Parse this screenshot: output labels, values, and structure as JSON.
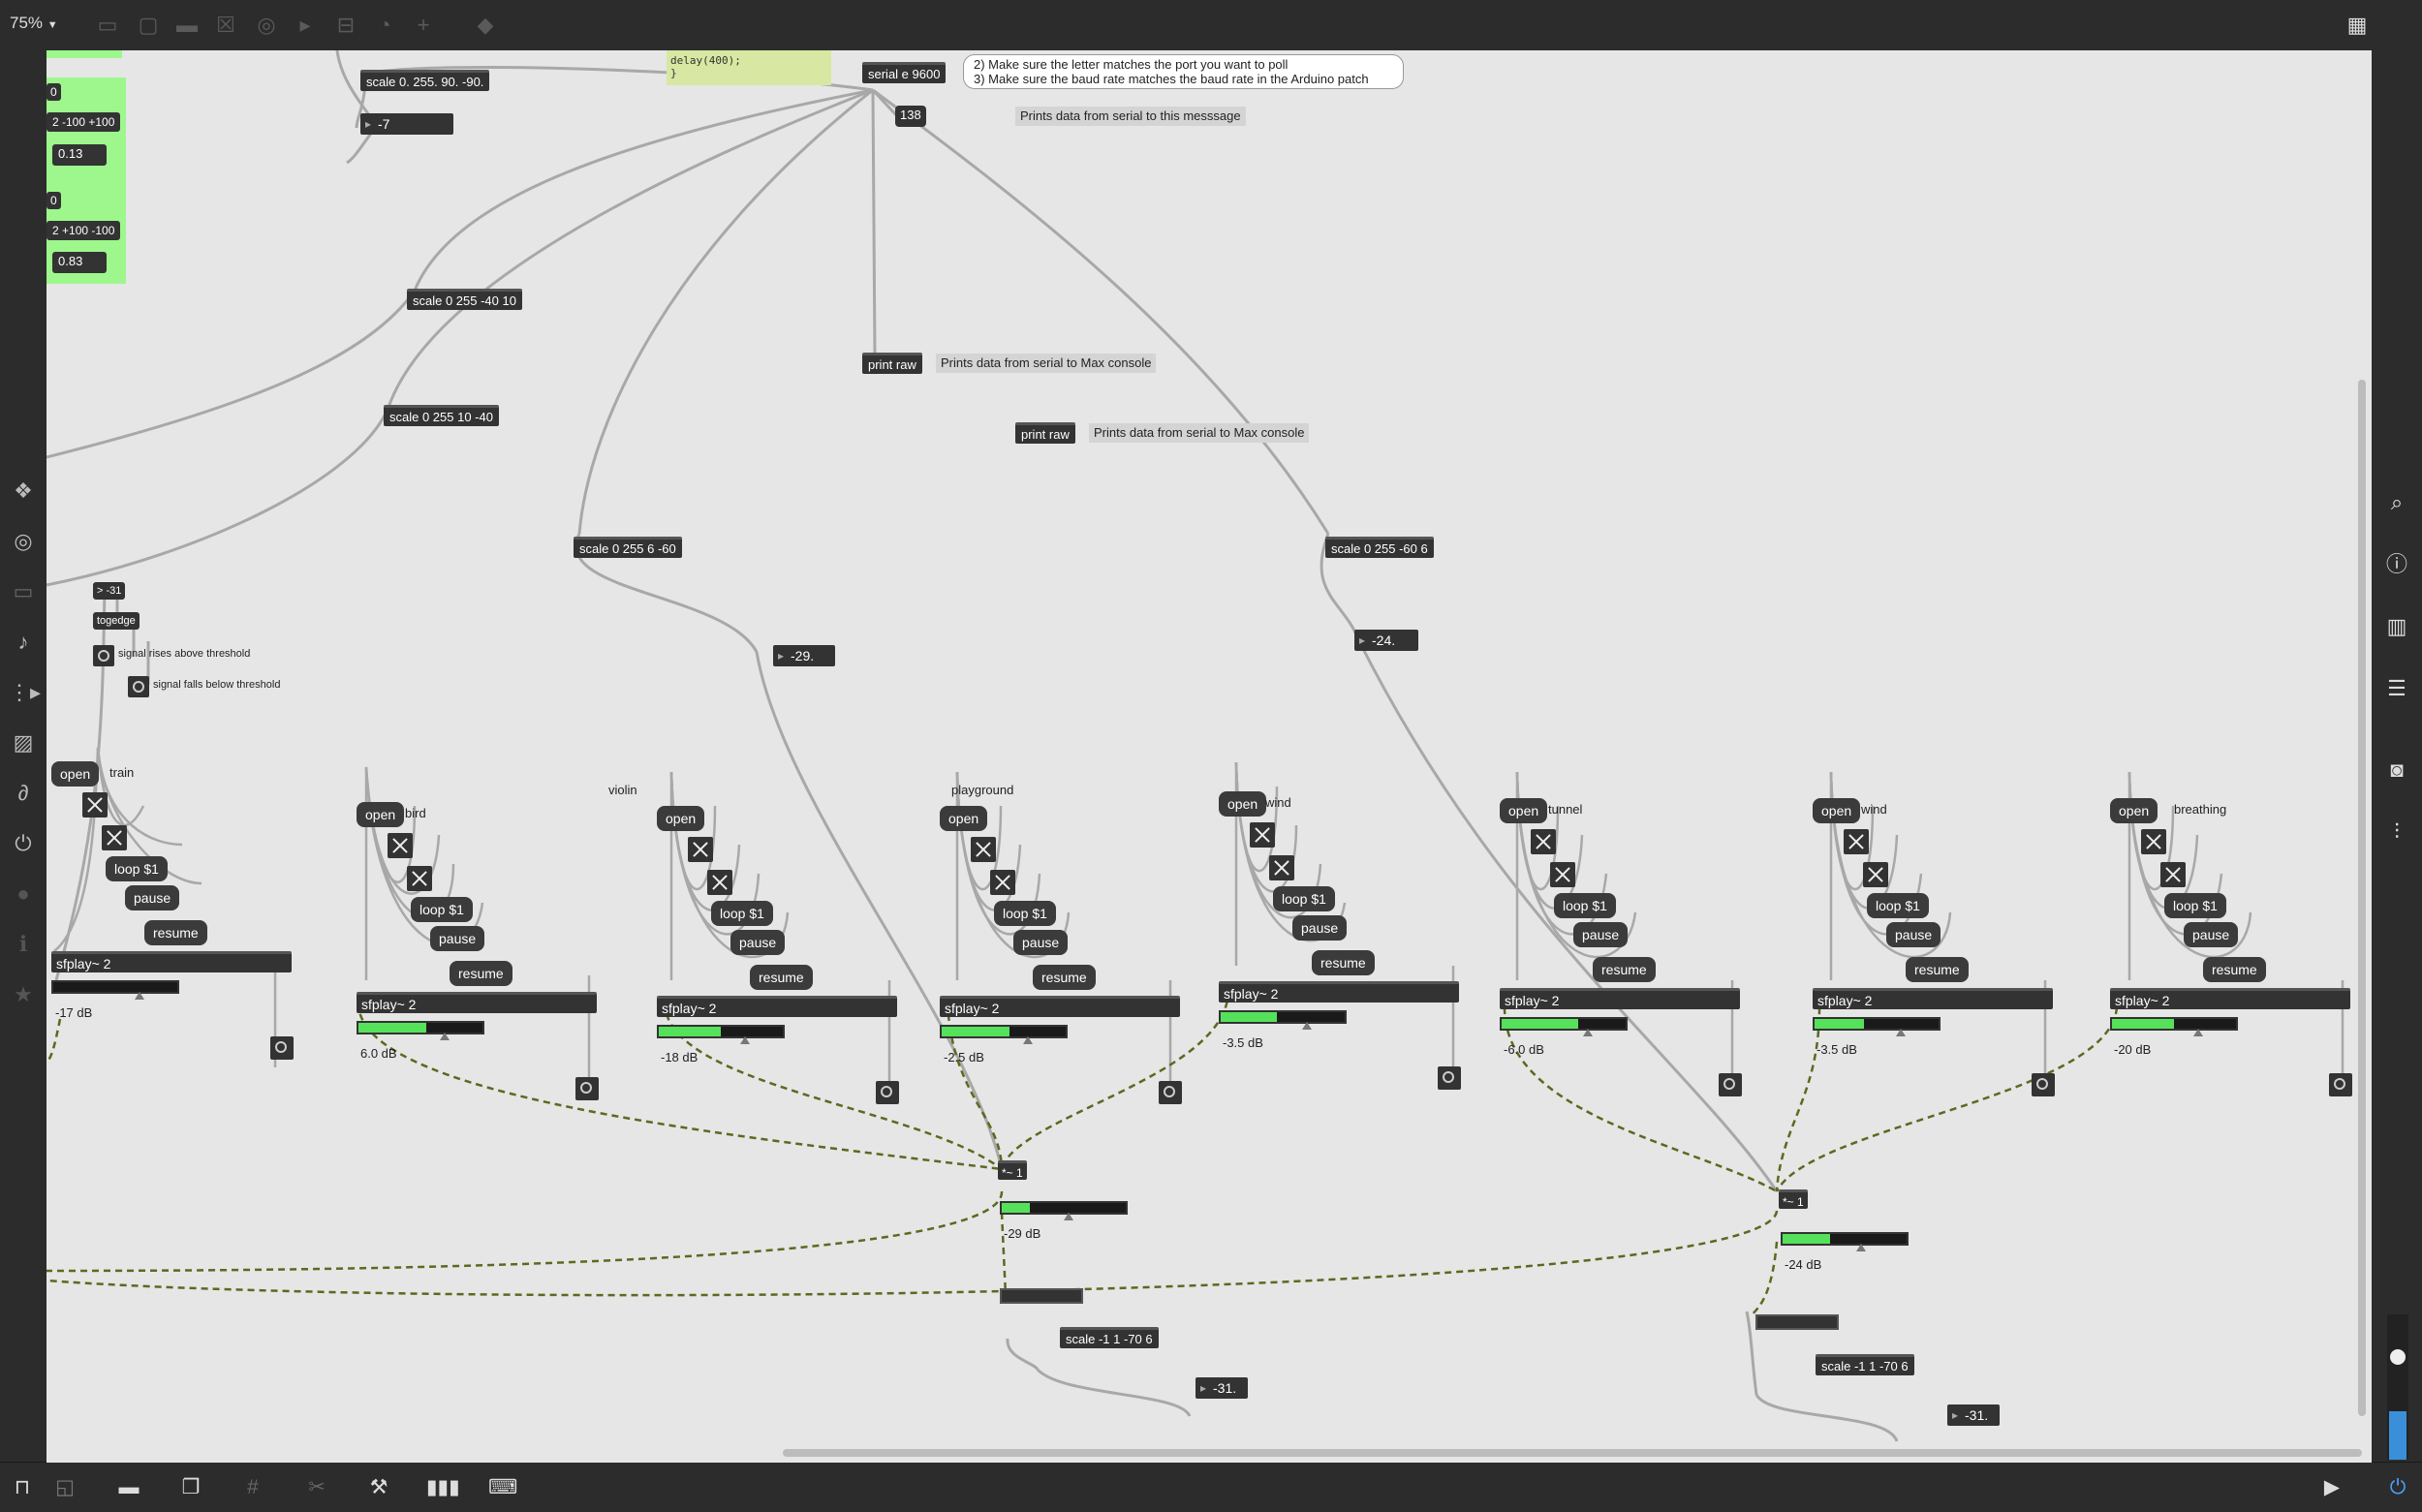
{
  "toolbar": {
    "zoom": "75%"
  },
  "objects": {
    "serial": "serial e 9600",
    "scale_top": "scale 0. 255. 90. -90.",
    "scale_a": "scale 0 255 -40 10",
    "scale_b": "scale 0 255 10 -40",
    "scale_c": "scale 0 255 6 -60",
    "scale_d": "scale 0 255 -60 6",
    "print_raw_1": "print raw",
    "print_raw_2": "print raw",
    "gt": "> -31",
    "togedge": "togedge",
    "gain_1": "*~ 1",
    "gain_2": "*~ 1",
    "scale_e": "scale -1 1 -70 6",
    "scale_f": "scale -1 1 -70 6"
  },
  "green_panel": {
    "v1": "0",
    "msg1": "2 -100 +100",
    "num1": "0.13",
    "v2": "0",
    "msg2": "2 +100 -100",
    "num2": "0.83"
  },
  "code_text": "delay(400);\n}",
  "numbers": {
    "n_top": "-7",
    "n_138": "138",
    "n_c": "-29.",
    "n_d": "-24.",
    "n_e": "-31.",
    "n_f": "-31."
  },
  "comments": {
    "poll": "2) Make sure the letter matches the port you want to poll",
    "baud": "3) Make sure the baud rate matches the baud rate in the Arduino patch",
    "prints_msg": "Prints data from serial to this messsage",
    "prints_console_1": "Prints data from serial to Max console",
    "prints_console_2": "Prints data from serial to Max console",
    "rises": "signal rises above threshold",
    "falls": "signal falls below threshold"
  },
  "messages": {
    "open": "open",
    "loop": "loop $1",
    "pause": "pause",
    "resume": "resume"
  },
  "sfplay_label": "sfplay~ 2",
  "players": [
    {
      "name": "train",
      "db": "-17 dB",
      "level": 0.0
    },
    {
      "name": "bird",
      "db": "6.0 dB",
      "level": 0.55
    },
    {
      "name": "violin",
      "db": "-18 dB",
      "level": 0.5
    },
    {
      "name": "playground",
      "db": "-2.5 dB",
      "level": 0.55
    },
    {
      "name": "wind",
      "db": "-3.5 dB",
      "level": 0.45
    },
    {
      "name": "tunnel",
      "db": "-6.0 dB",
      "level": 0.62
    },
    {
      "name": "wind",
      "db": "-3.5 dB",
      "level": 0.4
    },
    {
      "name": "breathing",
      "db": "-20 dB",
      "level": 0.5
    }
  ],
  "mix_meters": [
    {
      "db": "-29 dB",
      "level": 0.23
    },
    {
      "db": "-24 dB",
      "level": 0.38
    }
  ],
  "colors": {
    "canvas": "#e6e6e6",
    "meter_green": "#56e15b",
    "object": "#333333"
  }
}
